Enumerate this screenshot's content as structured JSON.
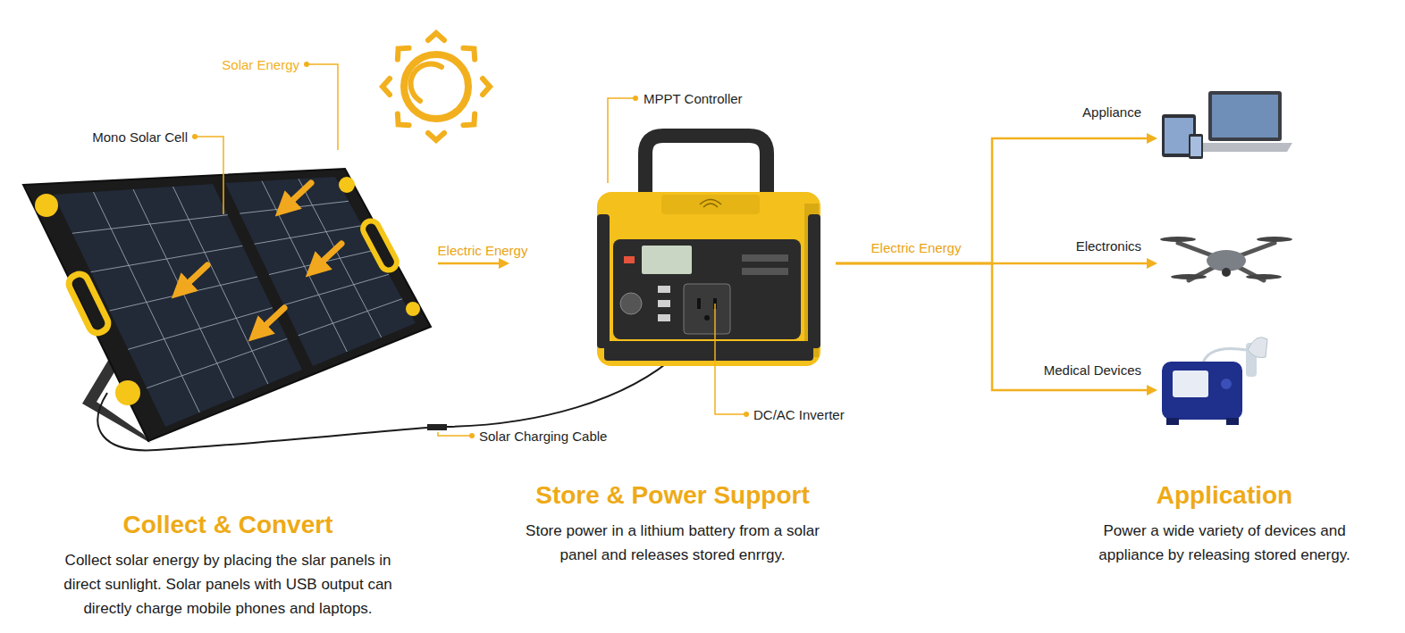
{
  "diagram": {
    "nodes": [
      {
        "text": [
          "Collect & Convert",
          "Collect solar energy by placing the slar panels in direct sunlight. Solar panels with USB output can directly charge mobile phones and laptops."
        ]
      },
      {
        "text": [
          "Store & Power Support",
          "Store power in a lithium battery from a solar panel and releases stored enrrgy."
        ]
      },
      {
        "text": [
          "Application",
          "Power a wide variety of devices and appliance by releasing stored energy."
        ]
      },
      {
        "text": [
          "Appliance"
        ],
        "in": 2
      },
      {
        "text": [
          "Electronics"
        ],
        "in": 2
      },
      {
        "text": [
          "Medical Devices"
        ],
        "in": 2
      }
    ],
    "edges": [
      {
        "from": 0,
        "to": 1,
        "arrow": "to",
        "label": "Electric Energy"
      },
      {
        "from": 1,
        "to": 3,
        "arrow": "to"
      },
      {
        "from": 1,
        "to": 4,
        "arrow": "to",
        "label": "Electric Energy"
      },
      {
        "from": 1,
        "to": 5,
        "arrow": "to"
      }
    ],
    "labels": [
      "Solar Energy",
      "Mono Solar Cell",
      "MPPT Controller",
      "Solar Charging Cable",
      "DC/AC Inverter"
    ]
  }
}
